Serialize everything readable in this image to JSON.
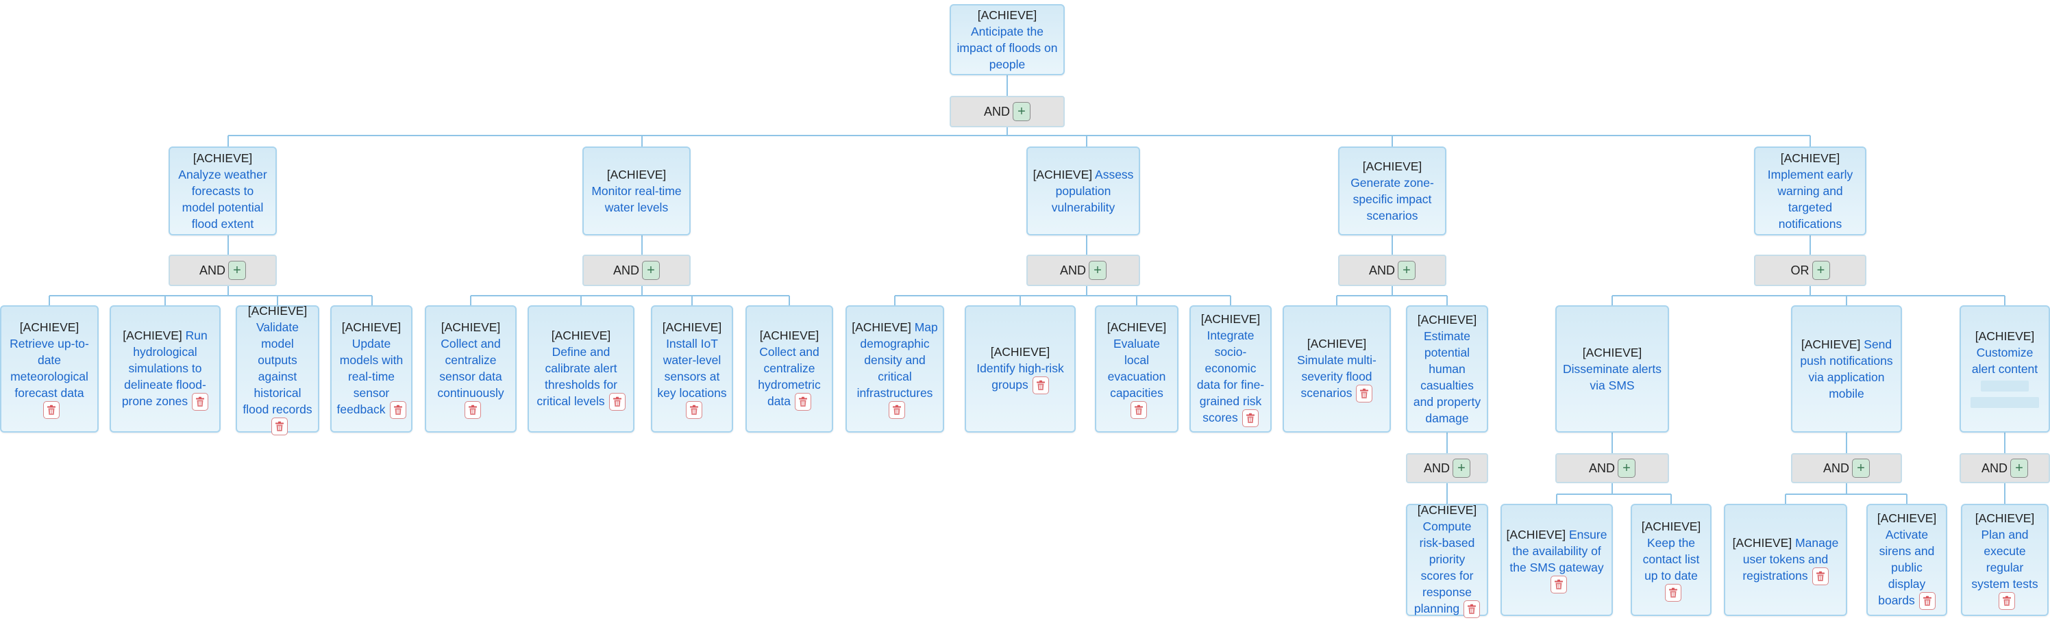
{
  "tag_label": "[ACHIEVE]",
  "root": {
    "desc": "Anticipate the impact of floods on people",
    "op": "AND"
  },
  "goals": {
    "g1": {
      "desc": "Analyze weather forecasts to model potential flood extent",
      "op": "AND"
    },
    "g1a": {
      "desc": "Retrieve up-to-date meteorological forecast data"
    },
    "g1b": {
      "desc": "Run hydrological simulations to delineate flood-prone zones"
    },
    "g1c": {
      "desc": "Validate model outputs against historical flood records"
    },
    "g1d": {
      "desc": "Update models with real-time sensor feedback"
    },
    "g2": {
      "desc": "Monitor real-time water levels",
      "op": "AND"
    },
    "g2a": {
      "desc": "Collect and centralize sensor data continuously"
    },
    "g2b": {
      "desc": "Define and calibrate alert thresholds for critical levels"
    },
    "g2c": {
      "desc": "Install IoT water-level sensors at key locations"
    },
    "g2d": {
      "desc": "Collect and centralize hydrometric data"
    },
    "g3": {
      "desc": "Assess population vulnerability",
      "op": "AND"
    },
    "g3a": {
      "desc": "Map demographic density and critical infrastructures"
    },
    "g3b": {
      "desc": "Identify high-risk groups"
    },
    "g3c": {
      "desc": "Evaluate local evacuation capacities"
    },
    "g3d": {
      "desc": "Integrate socio-economic data for fine-grained risk scores"
    },
    "g4": {
      "desc": "Generate zone-specific impact scenarios",
      "op": "AND"
    },
    "g4a": {
      "desc": "Simulate multi-severity flood scenarios"
    },
    "g4b": {
      "desc": "Estimate potential human casualties and property damage",
      "op": "AND"
    },
    "g4b1": {
      "desc": "Compute risk-based priority scores for response planning"
    },
    "g5": {
      "desc": "Implement early warning and targeted notifications",
      "op": "OR"
    },
    "g5a": {
      "desc": "Disseminate alerts via SMS",
      "op": "AND"
    },
    "g5a1": {
      "desc": "Ensure the availability of the SMS gateway"
    },
    "g5a2": {
      "desc": "Keep the contact list up to date"
    },
    "g5b": {
      "desc": "Send push notifications via application mobile",
      "op": "AND"
    },
    "g5b1": {
      "desc": "Manage user tokens and registrations"
    },
    "g5b2": {
      "desc": "Activate sirens and public display boards"
    },
    "g5c": {
      "desc": "Customize alert content",
      "op": "AND"
    },
    "g5c1": {
      "desc": "Plan and execute regular system tests"
    }
  },
  "icons": {
    "delete": "trash-icon",
    "add": "plus-icon"
  },
  "colors": {
    "goal_text": "#1a66cc",
    "edge": "#8fc4e6",
    "goal_border": "#a9d4ee",
    "delete_icon": "#d9575c"
  }
}
